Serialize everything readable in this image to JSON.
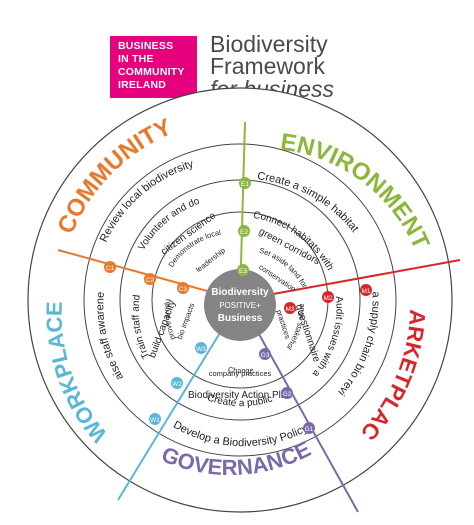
{
  "logo": {
    "lines": [
      "BUSINESS",
      "IN THE",
      "COMMUNITY",
      "IRELAND"
    ],
    "color": "#e5007e"
  },
  "title": {
    "line1": "Biodiversity",
    "line2": "Framework",
    "line3": "for business"
  },
  "center": {
    "line1": "Biodiversity",
    "line2": "POSITIVE+",
    "line3": "Business"
  },
  "sections": {
    "community": {
      "label": "COMMUNITY",
      "color": "#e8792a"
    },
    "environment": {
      "label": "ENVIRONMENT",
      "color": "#8cb63c"
    },
    "marketplace": {
      "label": "MARKETPLACE",
      "color": "#d7262a"
    },
    "governance": {
      "label": "GOVERNANCE",
      "color": "#7a6aaa"
    },
    "workplace": {
      "label": "WORKPLACE",
      "color": "#5ab6d6"
    }
  },
  "actions": {
    "c1": "Review local biodiversity",
    "c2": "Volunteer and do",
    "c2b": "citizen science",
    "c3": "Demonstrate local",
    "c3b": "leadership",
    "e1": "Create a simple habitat",
    "e2": "Connect habitats with",
    "e2b": "green corridors",
    "e3": "Set aside land for",
    "e3b": "conservation",
    "m1": "Do a supply chain bio review",
    "m2": "Audit issues with a",
    "m2b": "questionnaire",
    "m3": "Change stakeholder",
    "m3b": "practices",
    "g1": "Develop a Biodiversity Policy",
    "g2": "Create a public",
    "g2b": "Biodiversity Action Plan",
    "g3": "Change",
    "g3b": "company practices",
    "w1": "Raise staff awareness",
    "w2": "Train staff and",
    "w2b": "build capacity",
    "w3": "Improve product",
    "w3b": "bio impacts"
  },
  "badges": {
    "c1": "C1",
    "c2": "C2",
    "c3": "C3",
    "e1": "E1",
    "e2": "E2",
    "e3": "E3",
    "m1": "M1",
    "m2": "M2",
    "m3": "M3",
    "g1": "G1",
    "g2": "G2",
    "g3": "G3",
    "w1": "W1",
    "w2": "W2",
    "w3": "W3"
  }
}
